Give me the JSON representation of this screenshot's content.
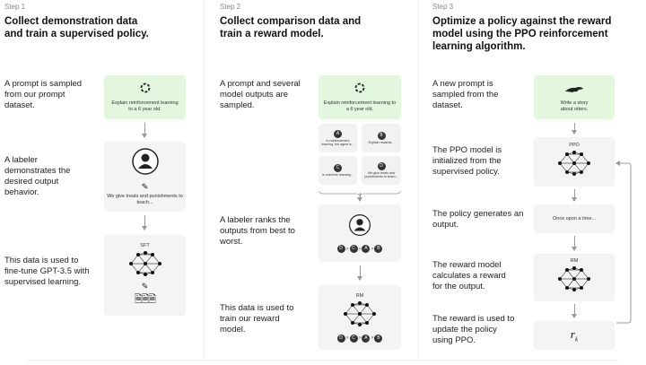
{
  "step1": {
    "step": "Step 1",
    "title": "Collect demonstration data and train a supervised policy.",
    "d1": "A prompt is sampled from our prompt dataset.",
    "d2": "A labeler demonstrates the desired output behavior.",
    "d3": "This data is used to fine-tune GPT-3.5 with supervised learning.",
    "prompt": "Explain reinforcement learning to a 6 year old.",
    "demo": "We give treats and punishments to teach...",
    "model": "SFT"
  },
  "step2": {
    "step": "Step 2",
    "title": "Collect comparison data and train a reward model.",
    "d1": "A prompt and several model outputs are sampled.",
    "d2": "A labeler ranks the outputs from best to worst.",
    "d3": "This data is used to train our reward model.",
    "prompt": "Explain reinforcement learning to a 6 year old.",
    "outputs": [
      {
        "id": "A",
        "text": "In reinforcement learning, the agent is..."
      },
      {
        "id": "B",
        "text": "Explain rewards..."
      },
      {
        "id": "C",
        "text": "In machine learning..."
      },
      {
        "id": "D",
        "text": "We give treats and punishments to teach..."
      }
    ],
    "ranking": [
      "D",
      "C",
      "A",
      "B"
    ],
    "separator": ">",
    "model": "RM"
  },
  "step3": {
    "step": "Step 3",
    "title": "Optimize a policy against the reward model using the PPO reinforcement learning algorithm.",
    "d1": "A new prompt is sampled from the dataset.",
    "d2": "The PPO model is initialized from the supervised policy.",
    "d3": "The policy generates an output.",
    "d4": "The reward model calculates a reward for the output.",
    "d5": "The reward is used to update the policy using PPO.",
    "prompt": "Write a story about otters.",
    "policy": "PPO",
    "output": "Once upon a time...",
    "rm": "RM",
    "reward": "r",
    "reward_sub": "k"
  },
  "colors": {
    "prompt_bg": "#e3f7df",
    "box_bg": "#f4f4f4"
  }
}
